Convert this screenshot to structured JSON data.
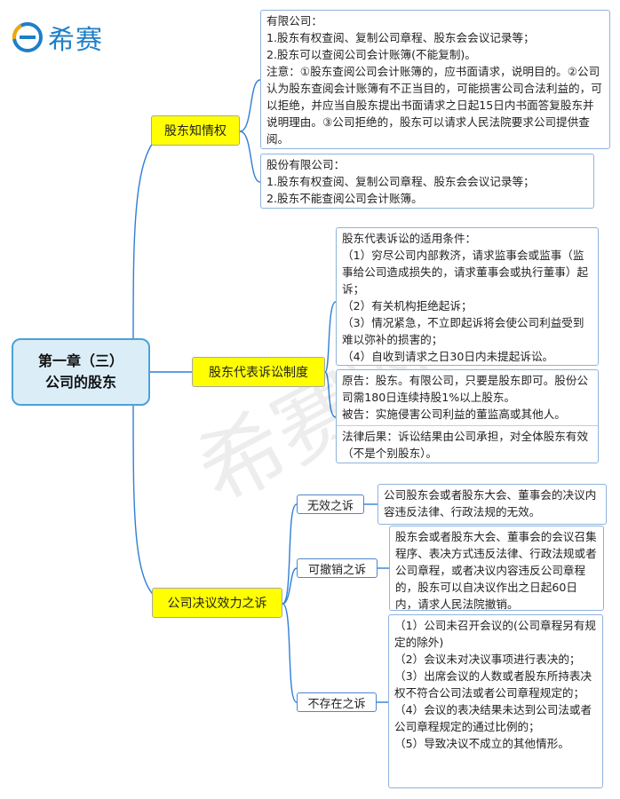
{
  "brand": {
    "name": "希赛",
    "accent": "#1e7fc7",
    "mark_icon": "circle-e-logo-icon"
  },
  "watermark": "希赛网",
  "root": {
    "line1": "第一章（三）",
    "line2": "公司的股东"
  },
  "colors": {
    "line": "#2f7fd6",
    "branch_fill": "#ffff00",
    "root_fill": "#dbeef8",
    "root_border": "#4ba2d8"
  },
  "branches": {
    "info_right": {
      "label": "股东知情权",
      "notes": {
        "llc": [
          "有限公司：",
          "1.股东有权查阅、复制公司章程、股东会会议记录等；",
          "2.股东可以查阅公司会计账簿(不能复制)。",
          "注意：①股东查阅公司会计账簿的，应书面请求，说明目的。②公司认为股东查阅会计账簿有不正当目的，可能损害公司合法利益的，可以拒绝，并应当自股东提出书面请求之日起15日内书面答复股东并说明理由。③公司拒绝的，股东可以请求人民法院要求公司提供查阅。"
        ],
        "jsc": [
          "股份有限公司：",
          "1.股东有权查阅、复制公司章程、股东会会议记录等；",
          "2.股东不能查阅公司会计账簿。"
        ]
      }
    },
    "derivative_suit": {
      "label": "股东代表诉讼制度",
      "conditions": [
        "股东代表诉讼的适用条件：",
        "（1）穷尽公司内部救济，请求监事会或监事（监事给公司造成损失的，请求董事会或执行董事）起诉；",
        "（2）有关机构拒绝起诉；",
        "（3）情况紧急，不立即起诉将会使公司利益受到难以弥补的损害的；",
        "（4）自收到请求之日30日内未提起诉讼。"
      ],
      "parties": [
        "原告：股东。有限公司，只要是股东即可。股份公司需180日连续持股1%以上股东。",
        "被告：实施侵害公司利益的董监高或其他人。"
      ],
      "consequence": "法律后果：诉讼结果由公司承担，对全体股东有效（不是个别股东）。"
    },
    "resolution_suit": {
      "label": "公司决议效力之诉",
      "children": [
        {
          "label": "无效之诉",
          "text": "公司股东会或者股东大会、董事会的决议内容违反法律、行政法规的无效。"
        },
        {
          "label": "可撤销之诉",
          "text": "股东会或者股东大会、董事会的会议召集程序、表决方式违反法律、行政法规或者公司章程，或者决议内容违反公司章程的，股东可以自决议作出之日起60日内，请求人民法院撤销。"
        },
        {
          "label": "不存在之诉",
          "items": [
            "（1）公司未召开会议的(公司章程另有规定的除外)",
            "（2）会议未对决议事项进行表决的；",
            "（3）出席会议的人数或者股东所持表决权不符合公司法或者公司章程规定的；",
            "（4）会议的表决结果未达到公司法或者公司章程规定的通过比例的；",
            "（5）导致决议不成立的其他情形。"
          ]
        }
      ]
    }
  }
}
